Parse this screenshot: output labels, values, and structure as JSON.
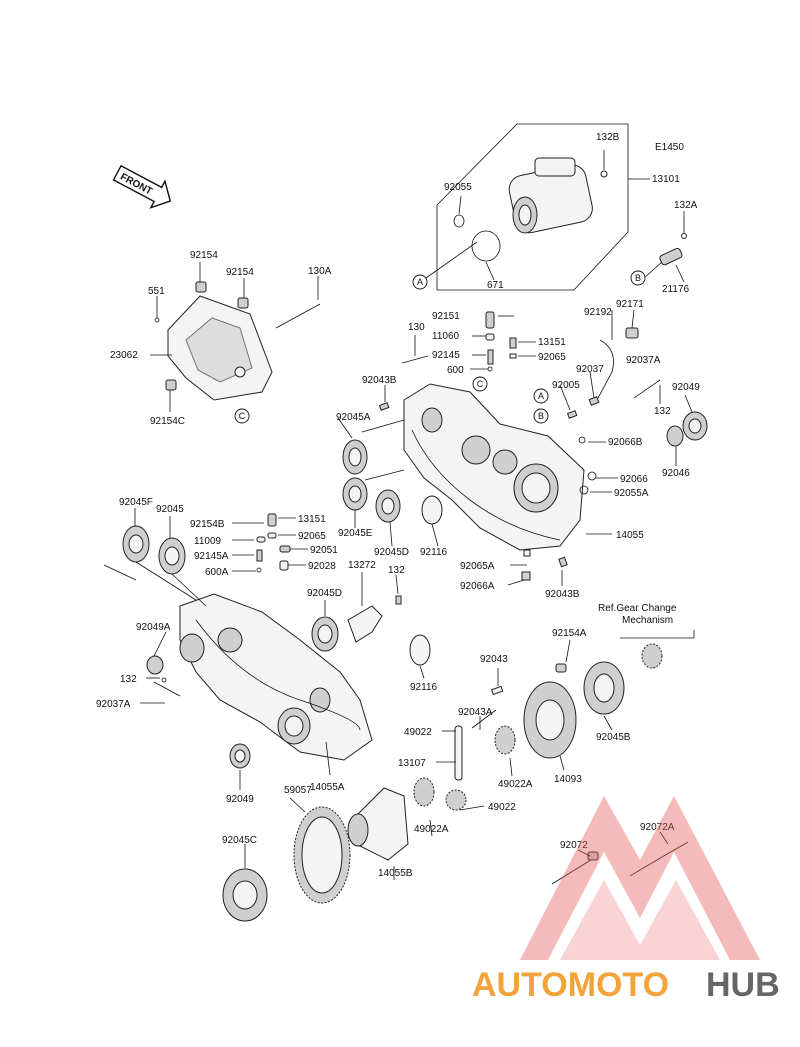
{
  "diagram_code": "E1450",
  "front_label": "FRONT",
  "ref_note": [
    "Ref.Gear Change",
    "Mechanism"
  ],
  "callouts": [
    "A",
    "B",
    "C"
  ],
  "labels": [
    "132B",
    "13101",
    "92055",
    "671",
    "132A",
    "21176",
    "92154",
    "92154",
    "130A",
    "551",
    "23062",
    "92154C",
    "130",
    "92043B",
    "92151",
    "11060",
    "92145",
    "600",
    "13151",
    "92065",
    "92192",
    "92171",
    "92037A",
    "92005",
    "92037",
    "132",
    "92049",
    "92045A",
    "92066B",
    "92046",
    "92066",
    "92055A",
    "92045E",
    "92045D",
    "92116",
    "14055",
    "92065A",
    "92066A",
    "92043B",
    "92045F",
    "92045",
    "92154B",
    "13151",
    "11009",
    "92065",
    "92145A",
    "92051",
    "600A",
    "92028",
    "13272",
    "132",
    "92045D",
    "92049A",
    "132",
    "92037A",
    "92116",
    "14055A",
    "92154A",
    "92043",
    "92043A",
    "49022",
    "49022A",
    "13107",
    "14093",
    "92045B",
    "92049",
    "59057",
    "92045C",
    "14055B",
    "49022A",
    "49022",
    "92072",
    "92072A"
  ],
  "watermark": {
    "brand_a": "AUTOMOTO",
    "brand_b": "HUB"
  }
}
